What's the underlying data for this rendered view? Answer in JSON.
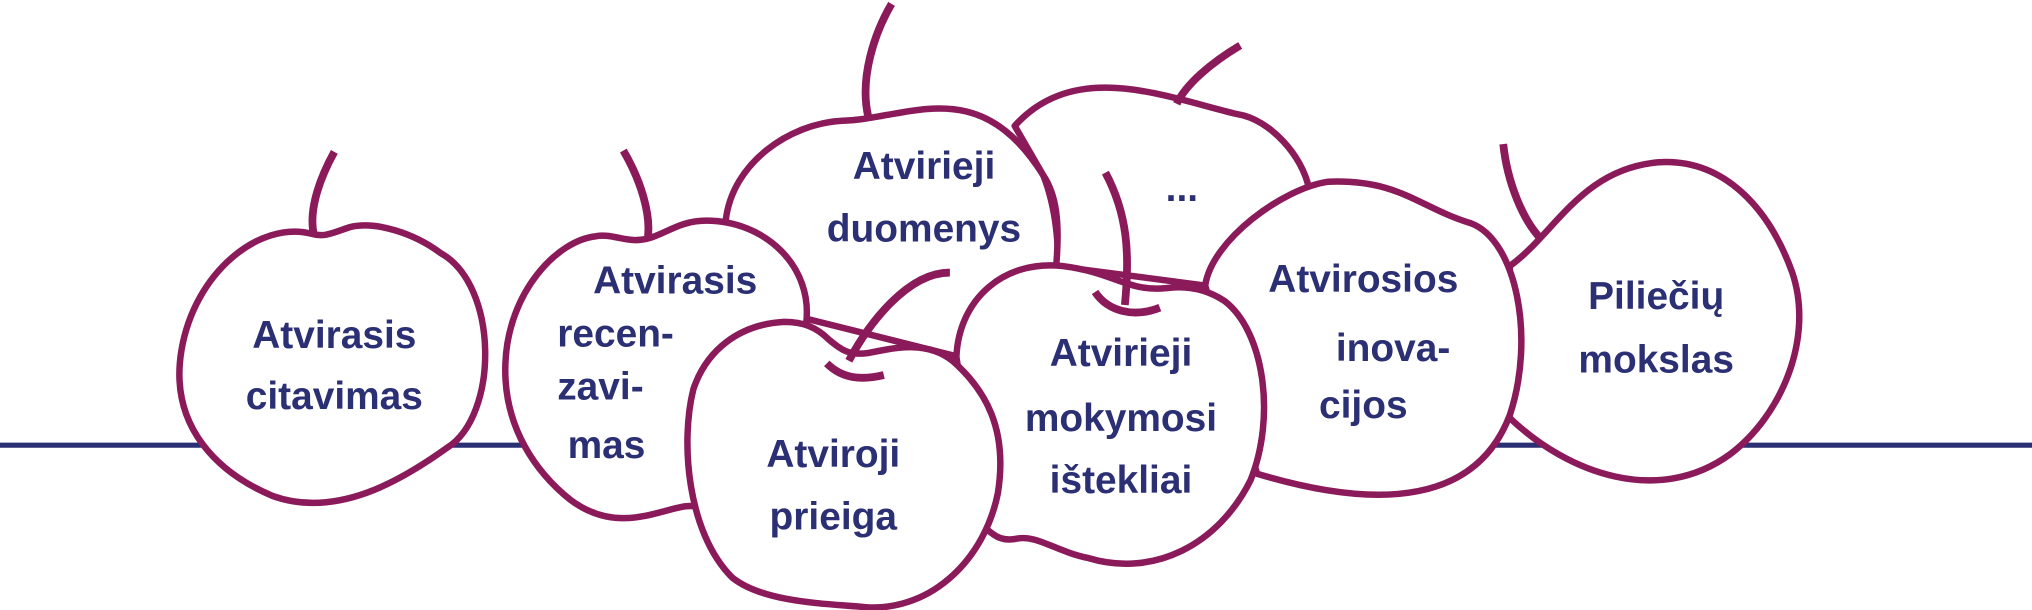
{
  "colors": {
    "apple_outline": "#8b1a5a",
    "text": "#2b2f73",
    "ground_line": "#2b2f73"
  },
  "apples": {
    "citation": {
      "lines": [
        "Atvirasis",
        "citavimas"
      ]
    },
    "peer_review": {
      "lines": [
        "Atvirasis",
        "recen-",
        "zavi-",
        "mas"
      ]
    },
    "data": {
      "lines": [
        "Atvirieji",
        "duomenys"
      ]
    },
    "more": {
      "lines": [
        "..."
      ]
    },
    "access": {
      "lines": [
        "Atviroji",
        "prieiga"
      ]
    },
    "educational_resources": {
      "lines": [
        "Atvirieji",
        "mokymosi",
        "ištekliai"
      ]
    },
    "innovation": {
      "lines": [
        "Atvirosios",
        "inova-",
        "cijos"
      ]
    },
    "citizen_science": {
      "lines": [
        "Piliečių",
        "mokslas"
      ]
    }
  }
}
